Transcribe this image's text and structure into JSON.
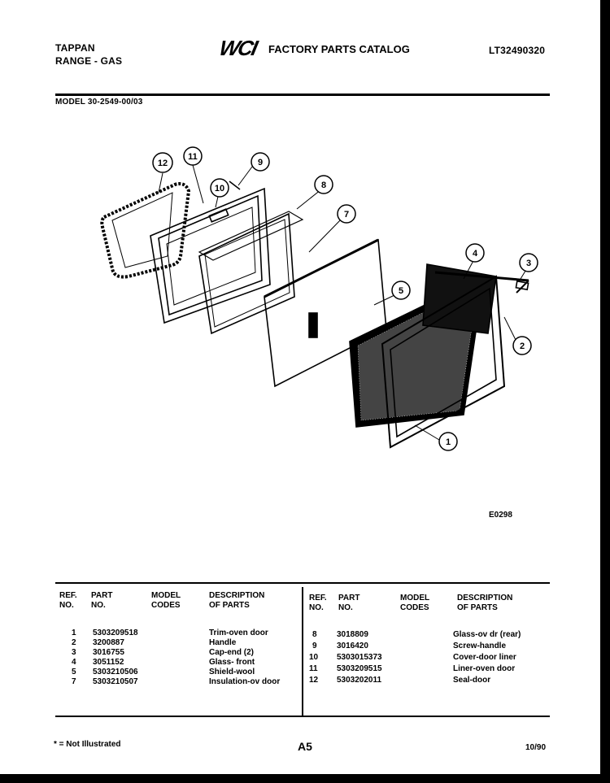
{
  "header": {
    "brand": "TAPPAN",
    "product": "RANGE - GAS",
    "logo": "WCI",
    "catalog_title": "FACTORY PARTS CATALOG",
    "catalog_number": "LT32490320",
    "model": "MODEL 30-2549-00/03"
  },
  "diagram": {
    "drawing_code": "E0298",
    "callouts": [
      "1",
      "2",
      "3",
      "4",
      "5",
      "7",
      "8",
      "9",
      "10",
      "11",
      "12"
    ]
  },
  "table": {
    "headers": {
      "ref_no": [
        "REF.",
        "NO."
      ],
      "part_no": [
        "PART",
        "NO."
      ],
      "model_codes": [
        "MODEL",
        "CODES"
      ],
      "description": [
        "DESCRIPTION",
        "OF PARTS"
      ]
    },
    "left_rows": [
      {
        "ref": "1",
        "part": "5303209518",
        "desc": "Trim-oven door"
      },
      {
        "ref": "2",
        "part": "3200887",
        "desc": "Handle"
      },
      {
        "ref": "3",
        "part": "3016755",
        "desc": "Cap-end (2)"
      },
      {
        "ref": "4",
        "part": "3051152",
        "desc": "Glass- front"
      },
      {
        "ref": "5",
        "part": "5303210506",
        "desc": "Shield-wool"
      },
      {
        "ref": "7",
        "part": "5303210507",
        "desc": "Insulation-ov door"
      }
    ],
    "right_rows": [
      {
        "ref": "8",
        "part": "3018809",
        "desc": "Glass-ov dr (rear)"
      },
      {
        "ref": "9",
        "part": "3016420",
        "desc": "Screw-handle"
      },
      {
        "ref": "10",
        "part": "5303015373",
        "desc": "Cover-door liner"
      },
      {
        "ref": "11",
        "part": "5303209515",
        "desc": "Liner-oven door"
      },
      {
        "ref": "12",
        "part": "5303202011",
        "desc": "Seal-door"
      }
    ]
  },
  "footer": {
    "note": "* = Not Illustrated",
    "page": "A5",
    "date": "10/90"
  }
}
